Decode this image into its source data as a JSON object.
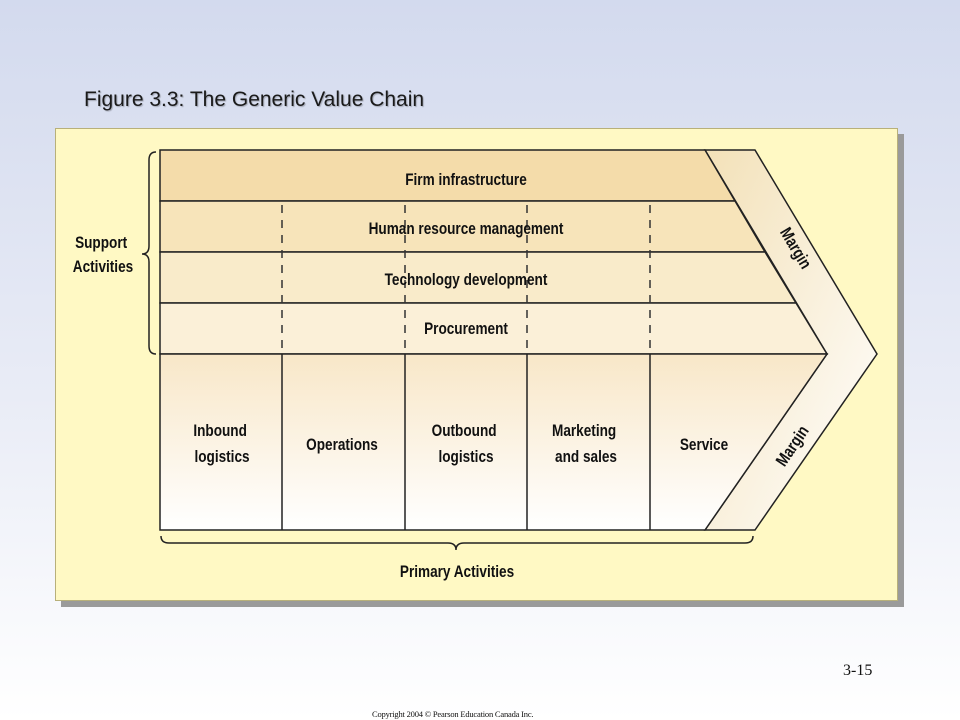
{
  "slide": {
    "title": "Figure 3.3:  The Generic Value Chain",
    "page_number": "3-15",
    "copyright": "Copyright 2004 © Pearson Education Canada Inc."
  },
  "diagram": {
    "support_label": [
      "Support",
      "Activities"
    ],
    "support_rows": [
      "Firm infrastructure",
      "Human resource management",
      "Technology development",
      "Procurement"
    ],
    "primary_columns": [
      [
        "Inbound",
        "logistics"
      ],
      [
        "Operations"
      ],
      [
        "Outbound",
        "logistics"
      ],
      [
        "Marketing",
        "and sales"
      ],
      [
        "Service"
      ]
    ],
    "primary_label": "Primary Activities",
    "margin_label": "Margin",
    "colors": {
      "panel": "#fff9c4",
      "support_band_dark": "#f4dfaf",
      "support_band_light": "#fbefd2",
      "primary_top": "#f8ead0",
      "primary_bottom": "#ffffff",
      "line": "#222222"
    }
  }
}
